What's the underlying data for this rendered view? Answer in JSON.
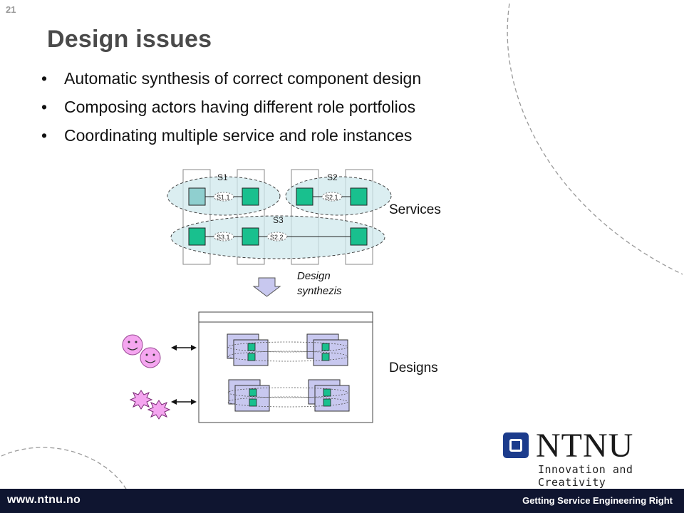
{
  "slide_number": "21",
  "title": "Design issues",
  "bullets": [
    "Automatic synthesis of correct component design",
    "Composing actors having different role portfolios",
    "Coordinating multiple service and role instances"
  ],
  "diagram": {
    "service_labels": [
      "S1",
      "S2",
      "S3"
    ],
    "role_labels": [
      "S1.1",
      "S2.1",
      "S3.1",
      "S2.2"
    ],
    "services_label": "Services",
    "arrow_label_line1": "Design",
    "arrow_label_line2": "synthezis",
    "designs_label": "Designs"
  },
  "colors": {
    "component_green": "#19c08e",
    "component_teal": "#8fcfcf",
    "ellipse_fill": "#cfe8ec",
    "footer_bg": "#0f1530",
    "ntnu_blue": "#1c3c8c",
    "smiley_pink": "#f5a6f0",
    "design_box": "#c8c8ef"
  },
  "footer": {
    "url": "www.ntnu.no",
    "right_text": "Getting Service Engineering Right"
  },
  "logo": {
    "word": "NTNU",
    "tagline": "Innovation and Creativity"
  }
}
